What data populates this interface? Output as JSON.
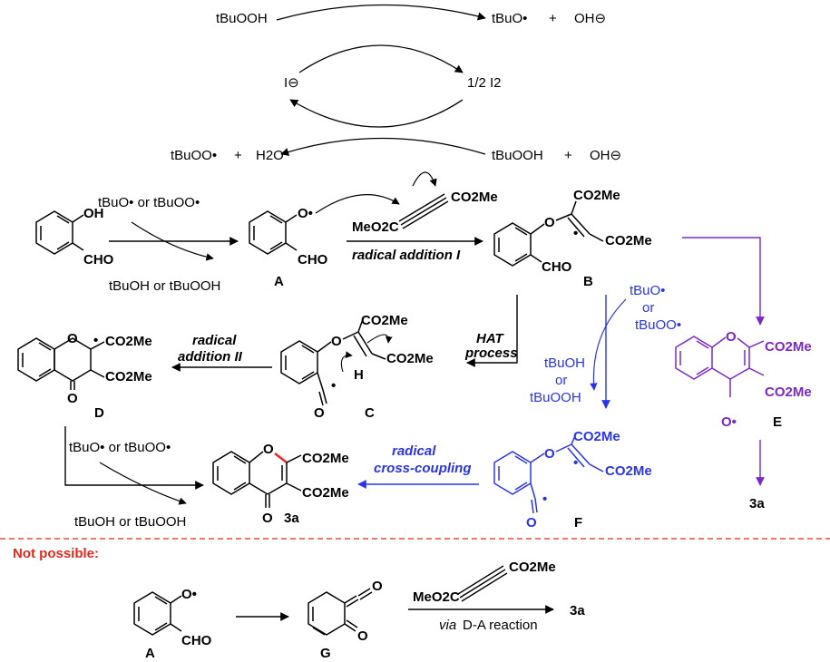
{
  "cycle": {
    "top_left": "tBuOOH",
    "top_right_1": "tBuO•",
    "top_right_plus": "+",
    "top_right_2": "OH⊖",
    "iodide": "I⊖",
    "iodine": "1/2 I2",
    "bottom_left_1": "tBuOO•",
    "bottom_left_plus": "+",
    "bottom_left_2": "H2O",
    "bottom_right_1": "tBuOOH",
    "bottom_right_plus": "+",
    "bottom_right_2": "OH⊖"
  },
  "step1": {
    "reagent_top": "tBuO• or tBuOO•",
    "reagent_bottom": "tBuOH or tBuOOH",
    "start_groups": [
      "OH",
      "CHO"
    ],
    "A_groups": [
      "O•",
      "CHO"
    ],
    "A_label": "A"
  },
  "step2": {
    "alkyne_left": "MeO2C",
    "alkyne_right": "CO2Me",
    "arrow_label": "radical addition I",
    "B_groups": [
      "O",
      "CO2Me",
      "•",
      "CO2Me",
      "CHO"
    ],
    "B_label": "B"
  },
  "step3": {
    "arrow_label_1": "HAT",
    "arrow_label_2": "process",
    "C_groups": [
      "O",
      "CO2Me",
      "CO2Me",
      "H",
      "•",
      "O"
    ],
    "C_label": "C"
  },
  "step4": {
    "arrow_label_1": "radical",
    "arrow_label_2": "addition II",
    "D_groups": [
      "O",
      "•",
      "CO2Me",
      "CO2Me",
      "O"
    ],
    "D_label": "D"
  },
  "blue_branch": {
    "reagent_top": [
      "tBuO•",
      "or",
      "tBuOO•"
    ],
    "reagent_bottom": [
      "tBuOH",
      "or",
      "tBuOOH"
    ],
    "F_groups": [
      "O",
      "CO2Me",
      "•",
      "CO2Me",
      "•",
      "O"
    ],
    "F_label": "F",
    "arrow_label_1": "radical",
    "arrow_label_2": "cross-coupling"
  },
  "purple_branch": {
    "E_groups": [
      "O",
      "CO2Me",
      "CO2Me",
      "O•"
    ],
    "E_label": "E",
    "product": "3a"
  },
  "step5": {
    "reagent_top": "tBuO• or tBuOO•",
    "reagent_bottom": "tBuOH or tBuOOH",
    "product_groups": [
      "O",
      "CO2Me",
      "CO2Me",
      "O"
    ],
    "product_label": "3a"
  },
  "not_possible": {
    "heading": "Not possible:",
    "A_groups": [
      "O•",
      "CHO"
    ],
    "A_label": "A",
    "G_groups": [
      "O",
      "O"
    ],
    "G_label": "G",
    "alkyne_left": "MeO2C",
    "alkyne_right": "CO2Me",
    "arrow_label_via": "via",
    "arrow_label_rest": "D-A reaction",
    "product": "3a"
  },
  "colors": {
    "black": "#000000",
    "blue": "#2a35e8",
    "purple": "#7a28c8",
    "red": "#e8281e"
  }
}
